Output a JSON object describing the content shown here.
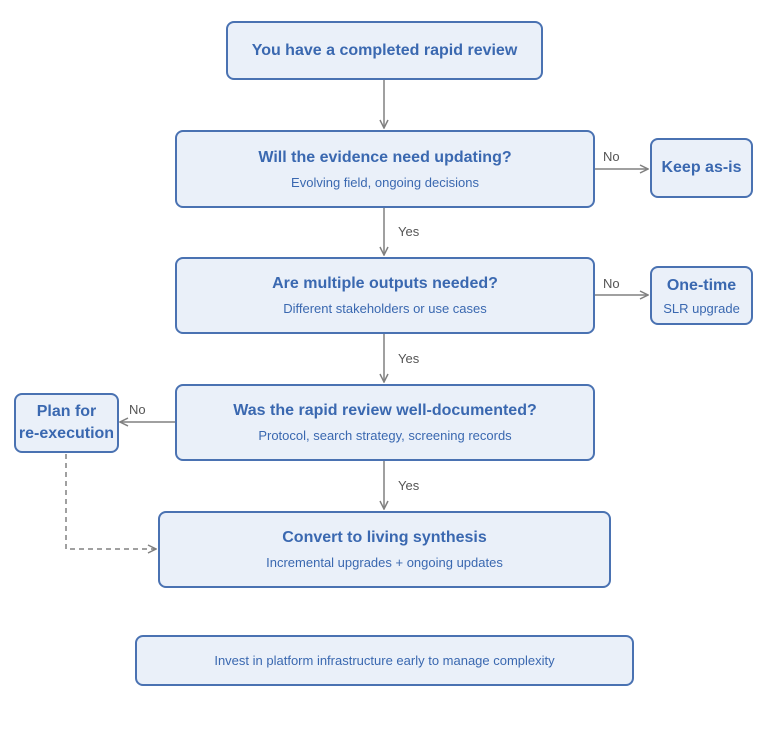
{
  "nodes": {
    "start": {
      "title": "You have a completed rapid review"
    },
    "q1": {
      "title": "Will the evidence need updating?",
      "subtitle": "Evolving field, ongoing decisions"
    },
    "keep": {
      "title": "Keep as-is"
    },
    "q2": {
      "title": "Are multiple outputs needed?",
      "subtitle": "Different stakeholders or use cases"
    },
    "onetime": {
      "title": "One-time",
      "subtitle": "SLR upgrade"
    },
    "q3": {
      "title": "Was the rapid review well-documented?",
      "subtitle": "Protocol, search strategy, screening records"
    },
    "plan": {
      "title_line1": "Plan for",
      "title_line2": "re-execution"
    },
    "convert": {
      "title": "Convert to living synthesis",
      "subtitle": "Incremental upgrades + ongoing updates"
    },
    "note": {
      "text": "Invest in platform infrastructure early to manage complexity"
    }
  },
  "edges": {
    "q1_no": "No",
    "q1_yes": "Yes",
    "q2_no": "No",
    "q2_yes": "Yes",
    "q3_no": "No",
    "q3_yes": "Yes"
  },
  "colors": {
    "box_fill": "#eaf0f9",
    "box_border": "#4a72b2",
    "text": "#3a68b0",
    "arrow": "#808080",
    "label": "#555555"
  }
}
